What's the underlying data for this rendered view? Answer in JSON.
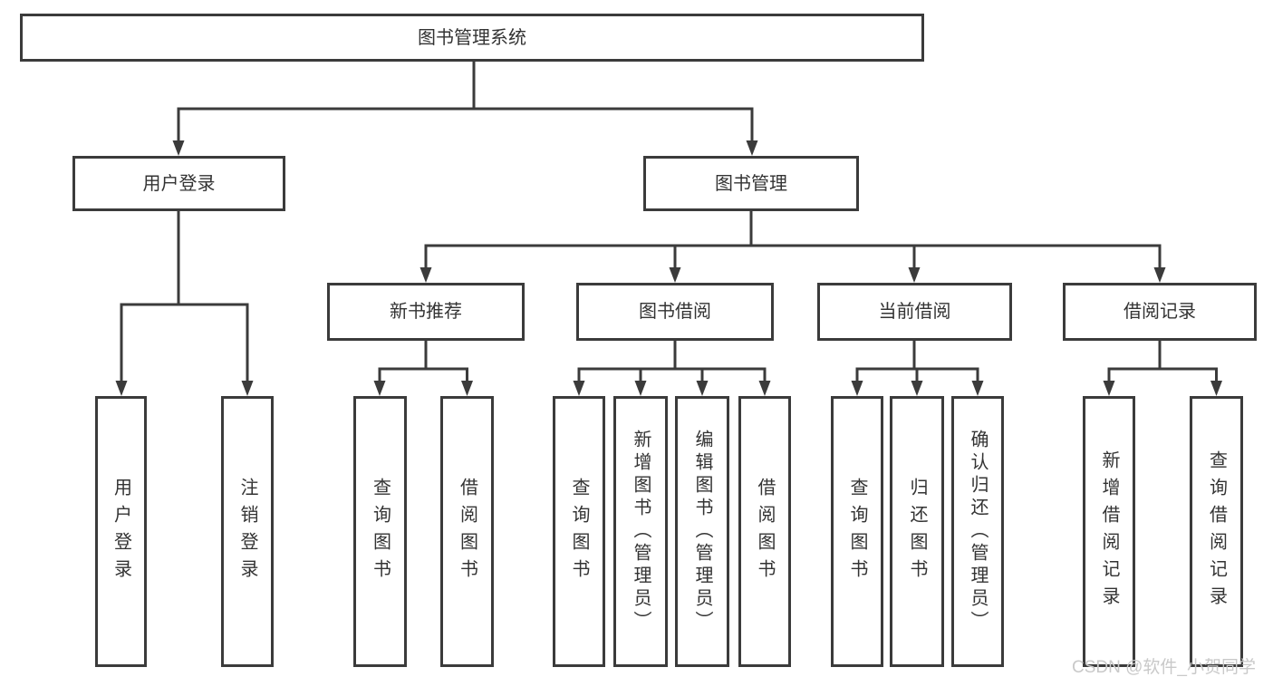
{
  "title": "图书管理系统",
  "watermark": "CSDN @软件_小贺同学",
  "colors": {
    "line": "#3b3b3b",
    "text": "#333333",
    "background": "#ffffff",
    "watermark": "#c9c9c9"
  },
  "tree": {
    "label": "图书管理系统",
    "children": [
      {
        "label": "用户登录",
        "children": [
          {
            "label": "用户登录"
          },
          {
            "label": "注销登录"
          }
        ]
      },
      {
        "label": "图书管理",
        "children": [
          {
            "label": "新书推荐",
            "children": [
              {
                "label": "查询图书"
              },
              {
                "label": "借阅图书"
              }
            ]
          },
          {
            "label": "图书借阅",
            "children": [
              {
                "label": "查询图书"
              },
              {
                "label": "新增图书（管理员）"
              },
              {
                "label": "编辑图书（管理员）"
              },
              {
                "label": "借阅图书"
              }
            ]
          },
          {
            "label": "当前借阅",
            "children": [
              {
                "label": "查询图书"
              },
              {
                "label": "归还图书"
              },
              {
                "label": "确认归还（管理员）"
              }
            ]
          },
          {
            "label": "借阅记录",
            "children": [
              {
                "label": "新增借阅记录"
              },
              {
                "label": "查询借阅记录"
              }
            ]
          }
        ]
      }
    ]
  }
}
